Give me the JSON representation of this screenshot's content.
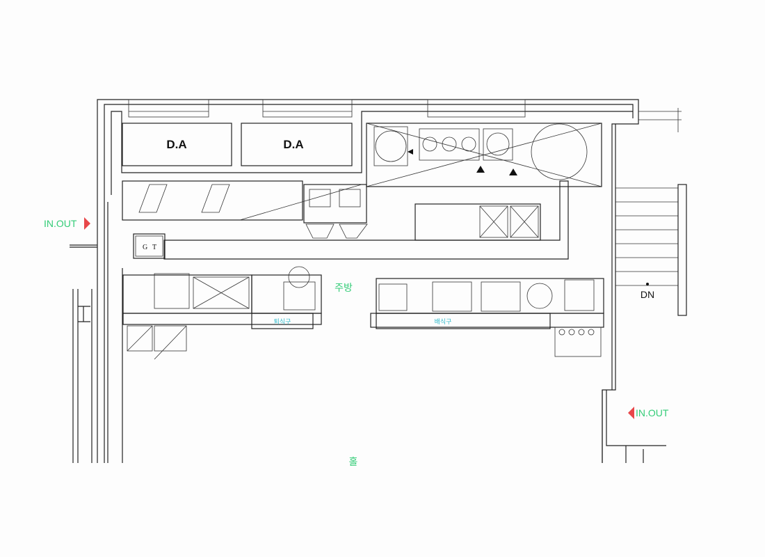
{
  "plan": {
    "rooms": {
      "kitchen": "주방",
      "hall": "홀"
    },
    "zones": {
      "dish_return": "퇴식구",
      "serving": "배식구"
    },
    "equipment": {
      "da_left": "D.A",
      "da_right": "D.A",
      "grease_trap_g": "G",
      "grease_trap_t": "T"
    },
    "entrances": {
      "left": "IN.OUT",
      "right": "IN.OUT"
    },
    "stairs": {
      "label": "DN"
    }
  },
  "colors": {
    "label_green": "#33cc77",
    "arrow_red": "#e8474a",
    "zone_cyan": "#33bbcc"
  }
}
